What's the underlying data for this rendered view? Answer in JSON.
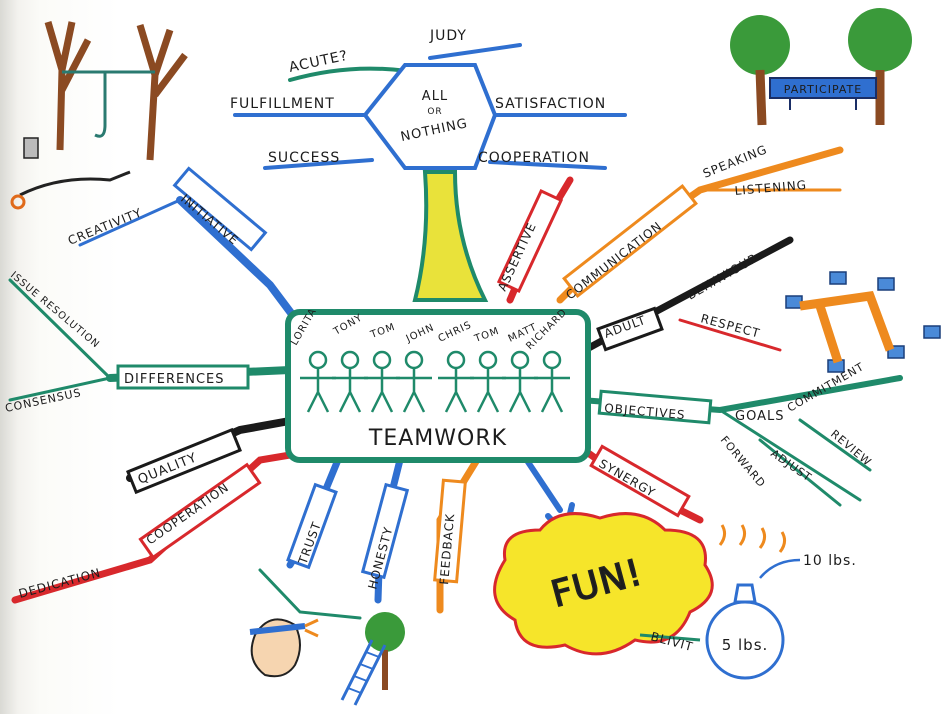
{
  "center": {
    "title": "TEAMWORK",
    "names": [
      "LORITA",
      "TONY",
      "TOM",
      "JOHN",
      "CHRIS",
      "TOM",
      "MATT",
      "RICHARD"
    ]
  },
  "hexagon": {
    "line1": "ALL",
    "line2": "OR",
    "line3": "NOTHING",
    "branches": [
      "JUDY",
      "ACUTE?",
      "FULFILLMENT",
      "SATISFACTION",
      "SUCCESS",
      "COOPERATION"
    ]
  },
  "branches": {
    "initiative": "INITIATIVE",
    "creativity": "CREATIVITY",
    "differences": "DIFFERENCES",
    "issue_resolution": "ISSUE RESOLUTION",
    "consensus": "CONSENSUS",
    "quality": "QUALITY",
    "cooperation": "COOPERATION",
    "dedication": "DEDICATION",
    "trust": "TRUST",
    "honesty": "HONESTY",
    "feedback": "FEEDBACK",
    "fun": "FUN!",
    "bluvit": "BLIVIT",
    "synergy": "SYNERGY",
    "objectives": "OBJECTIVES",
    "goals": "GOALS",
    "commitment": "COMMITMENT",
    "review": "REVIEW",
    "adjust": "ADJUST",
    "forward": "FORWARD",
    "adult": "ADULT",
    "behaviour": "BEHAVIOUR",
    "respect": "RESPECT",
    "communication": "COMMUNICATION",
    "speaking": "SPEAKING",
    "listening": "LISTENING",
    "assertive": "ASSERTIVE",
    "participate": "PARTICIPATE",
    "weight_top": "10 lbs.",
    "weight_bag": "5 lbs."
  },
  "colors": {
    "blue": "#2f6fd0",
    "green": "#1f8a6a",
    "red": "#d8282c",
    "orange": "#ee8a1e",
    "black": "#1a1a1a",
    "yellow": "#f6e52a"
  }
}
